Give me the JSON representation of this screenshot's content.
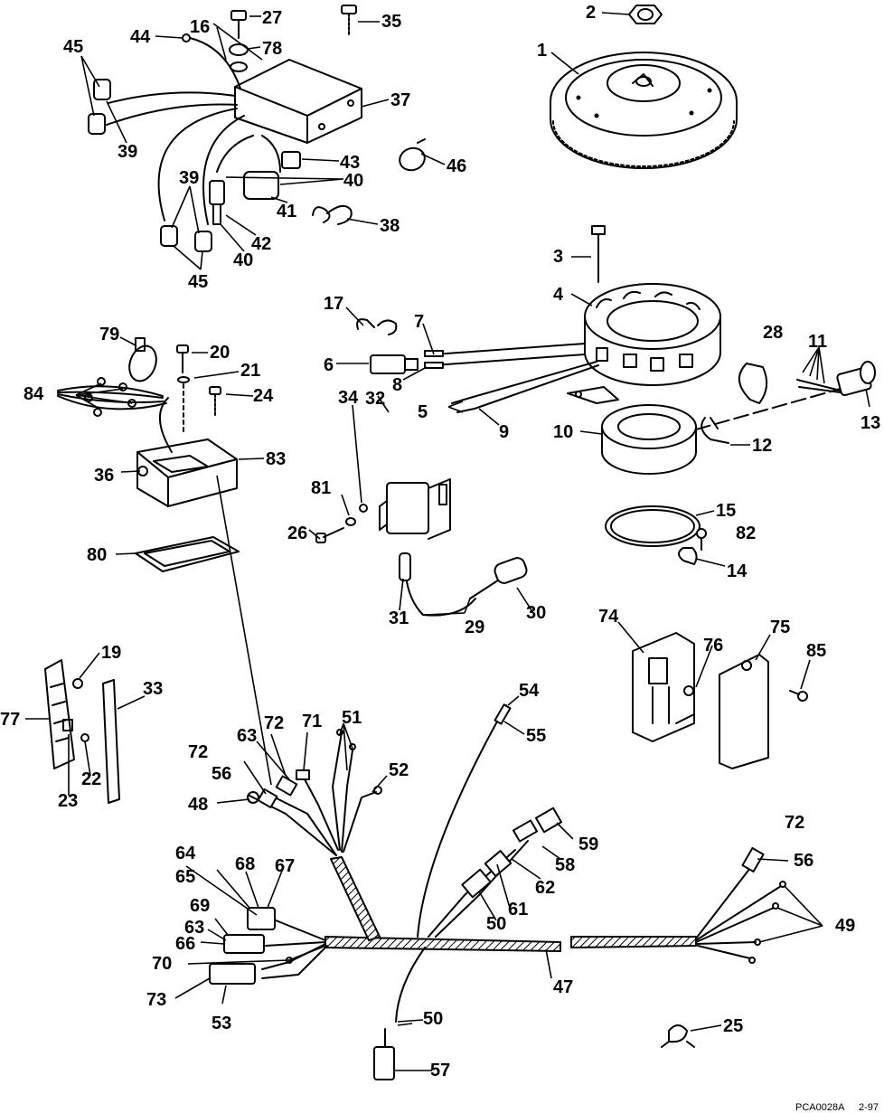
{
  "figure": {
    "code": "PCA0028A",
    "date": "2-97"
  },
  "callouts": {
    "c1": "1",
    "c2": "2",
    "c3": "3",
    "c4": "4",
    "c5": "5",
    "c6": "6",
    "c7": "7",
    "c8": "8",
    "c9": "9",
    "c10": "10",
    "c11": "11",
    "c12": "12",
    "c13": "13",
    "c14": "14",
    "c15_ring": "15",
    "c16_top": "16",
    "c17": "17",
    "c19": "19",
    "c20": "20",
    "c21": "21",
    "c22": "22",
    "c23": "23",
    "c24": "24",
    "c25": "25",
    "c26": "26",
    "c27": "27",
    "c28": "28",
    "c29": "29",
    "c30": "30",
    "c31": "31",
    "c32": "32",
    "c33": "33",
    "c34": "34",
    "c35": "35",
    "c36": "36",
    "c37": "37",
    "c38": "38",
    "c39_a": "39",
    "c39_b": "39",
    "c40_a": "40",
    "c40_b": "40",
    "c41": "41",
    "c42": "42",
    "c43": "43",
    "c44": "44",
    "c45_a": "45",
    "c45_b": "45",
    "c46": "46",
    "c47": "47",
    "c48": "48",
    "c49": "49",
    "c50_a": "50",
    "c50_b": "50",
    "c51": "51",
    "c52": "52",
    "c53": "53",
    "c54": "54",
    "c55": "55",
    "c56_a": "56",
    "c56_b": "56",
    "c57": "57",
    "c58": "58",
    "c59": "59",
    "c61": "61",
    "c62": "62",
    "c63_a": "63",
    "c63_b": "63",
    "c64": "64",
    "c65": "65",
    "c66": "66",
    "c67": "67",
    "c68": "68",
    "c69": "69",
    "c70": "70",
    "c71": "71",
    "c72_a": "72",
    "c72_b": "72",
    "c72_c": "72",
    "c73": "73",
    "c74": "74",
    "c75": "75",
    "c76": "76",
    "c77": "77",
    "c78": "78",
    "c79": "79",
    "c80": "80",
    "c81": "81",
    "c82": "82",
    "c83": "83",
    "c84": "84",
    "c85": "85"
  }
}
